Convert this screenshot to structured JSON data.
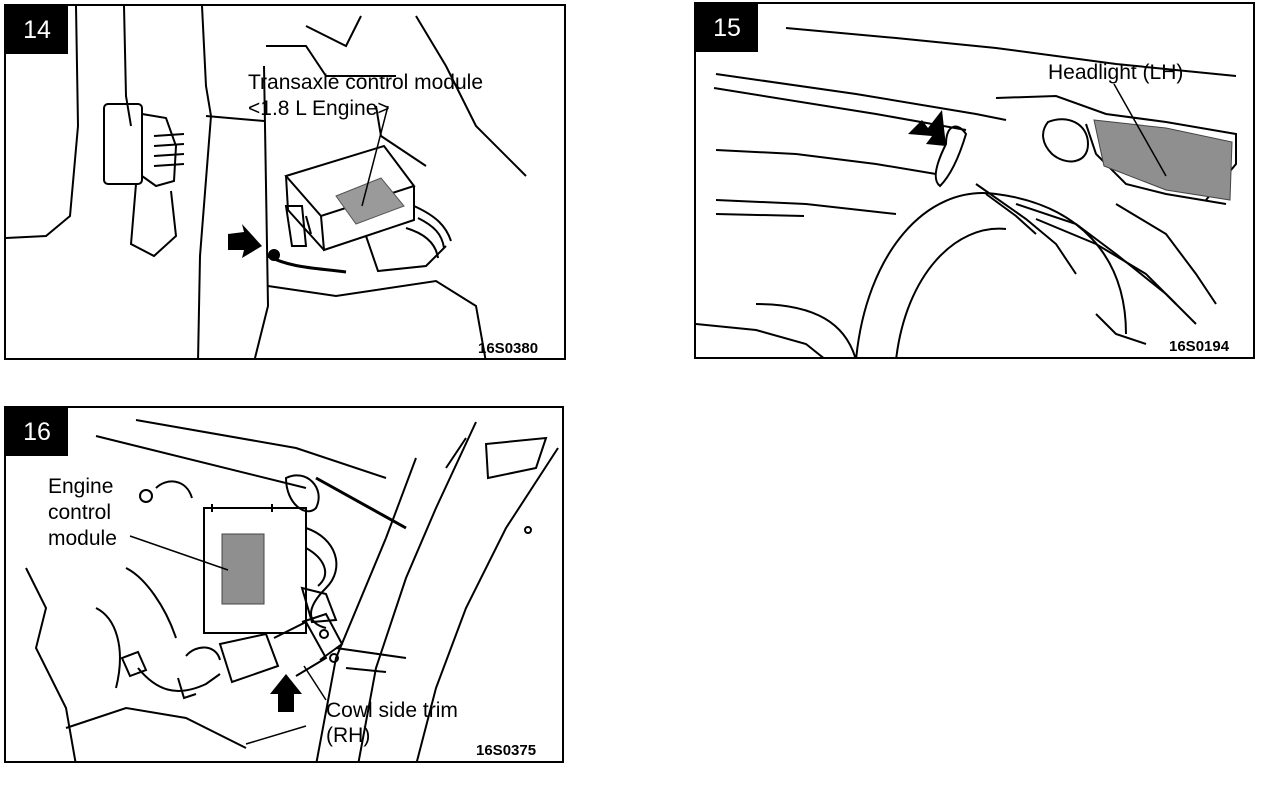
{
  "figures": [
    {
      "number": "14",
      "code": "16S0380",
      "labels": {
        "line1": "Transaxle control module",
        "line2": "<1.8 L Engine>"
      }
    },
    {
      "number": "15",
      "code": "16S0194",
      "labels": {
        "line1": "Headlight (LH)"
      }
    },
    {
      "number": "16",
      "code": "16S0375",
      "labels": {
        "ecm1": "Engine",
        "ecm2": "control",
        "ecm3": "module",
        "cowl1": "Cowl side trim",
        "cowl2": "(RH)"
      }
    }
  ]
}
